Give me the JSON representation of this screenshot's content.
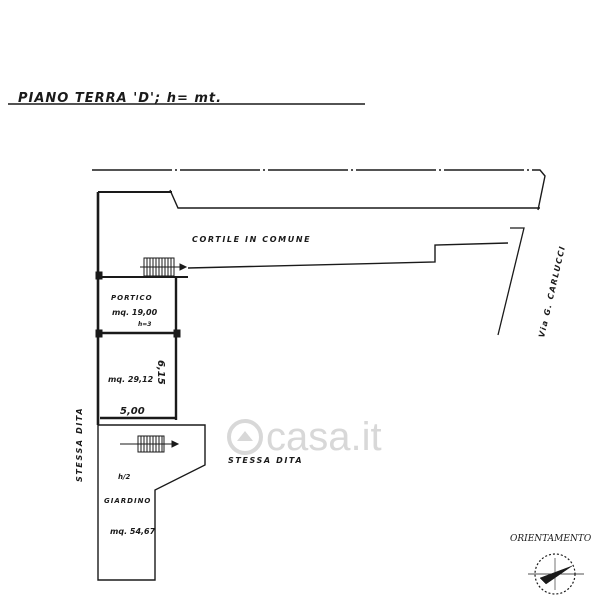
{
  "title": "PIANO TERRA 'D'; h= mt.",
  "labels": {
    "courtyard": "CORTILE IN COMUNE",
    "street": "Via G. CARLUCCI",
    "same_owner_left": "STESSA DITA",
    "same_owner_right": "STESSA DITA",
    "portico": "PORTICO",
    "portico_area": "mq. 19,00",
    "portico_height": "h=3",
    "room_area": "mq. 29,12",
    "room_height": "6,15",
    "room_width": "5,00",
    "garden": "GIARDINO",
    "garden_area": "mq. 54,67",
    "garden_fraction": "h/2",
    "orientation": "ORIENTAMENTO"
  },
  "watermark": "casa.it",
  "colors": {
    "ink": "#1a1a1a",
    "watermark": "#d4d4d4",
    "paper": "#ffffff"
  }
}
